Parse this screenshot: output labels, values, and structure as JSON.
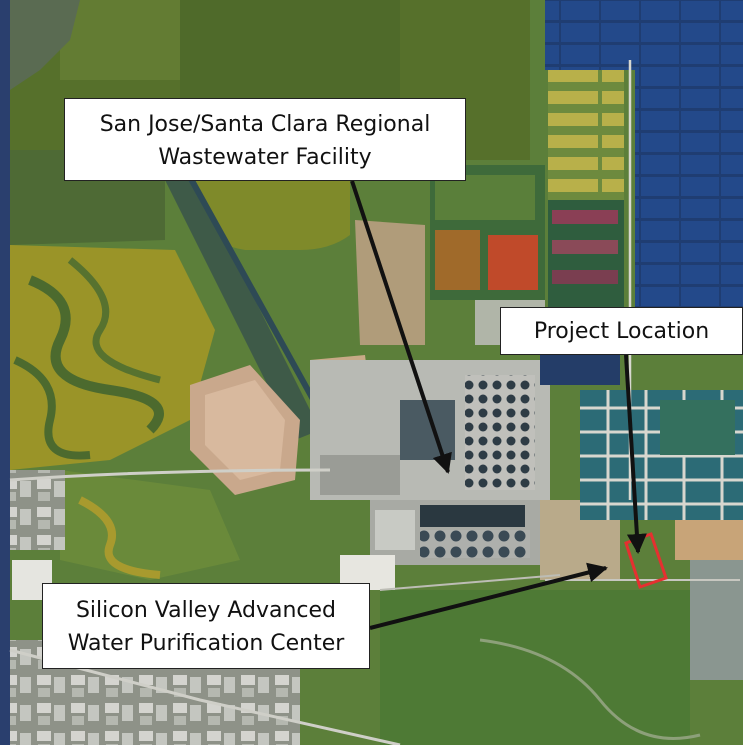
{
  "map": {
    "type": "satellite-aerial",
    "colors": {
      "border_blue": "#2a3f6e",
      "salt_pond_green": "#6b7a2c",
      "marsh_yellow": "#9c9a2a",
      "grass_green": "#5d8a3c",
      "pond_blue": "#203e6e",
      "highlight_red": "#e53030",
      "arrow_black": "#111111"
    }
  },
  "labels": {
    "wastewater": {
      "line1": "San Jose/Santa Clara Regional",
      "line2": "Wastewater Facility"
    },
    "project": {
      "text": "Project Location"
    },
    "svawpc": {
      "line1": "Silicon Valley Advanced",
      "line2": "Water Purification Center"
    }
  }
}
